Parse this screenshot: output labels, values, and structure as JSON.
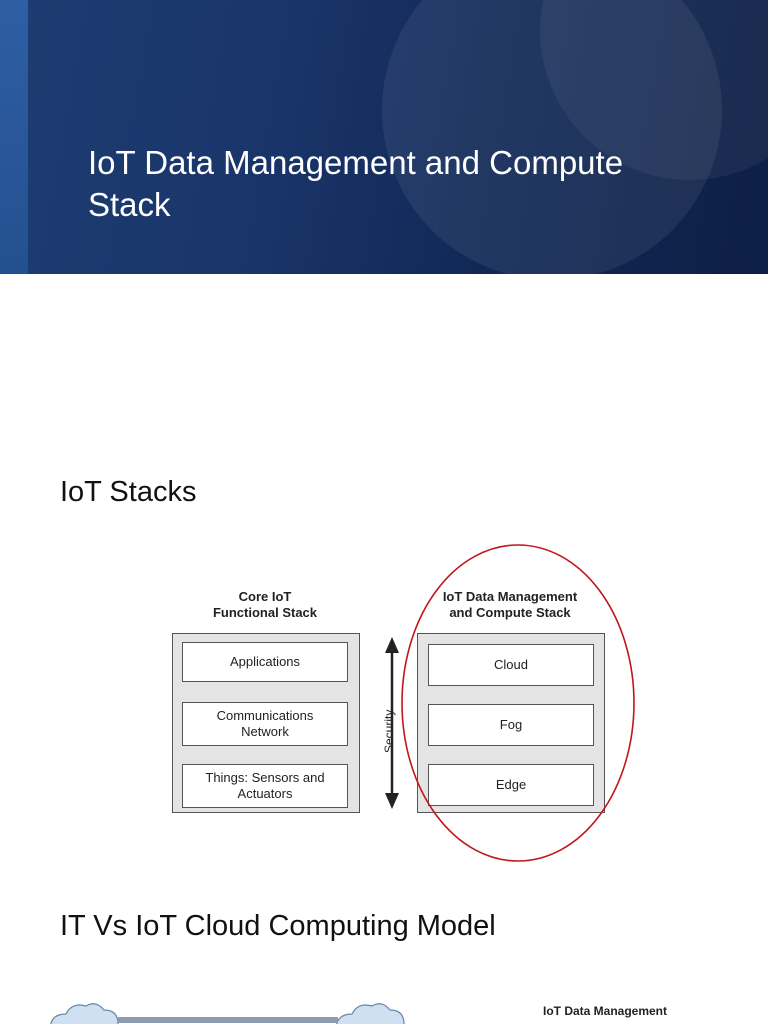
{
  "banner": {
    "title": "IoT Data Management and Compute Stack"
  },
  "section1": {
    "heading": "IoT Stacks"
  },
  "diagram": {
    "left_stack": {
      "title_line1": "Core IoT",
      "title_line2": "Functional Stack",
      "boxes": [
        {
          "line1": "Applications",
          "line2": ""
        },
        {
          "line1": "Communications",
          "line2": "Network"
        },
        {
          "line1": "Things: Sensors and",
          "line2": "Actuators"
        }
      ]
    },
    "arrow_label": "Security",
    "right_stack": {
      "title_line1": "IoT Data Management",
      "title_line2": "and Compute Stack",
      "boxes": [
        {
          "line1": "Cloud"
        },
        {
          "line1": "Fog"
        },
        {
          "line1": "Edge"
        }
      ]
    },
    "highlight_color": "#c0161d"
  },
  "section2": {
    "heading": "IT Vs IoT Cloud Computing Model",
    "partial_label": "IoT Data Management"
  }
}
